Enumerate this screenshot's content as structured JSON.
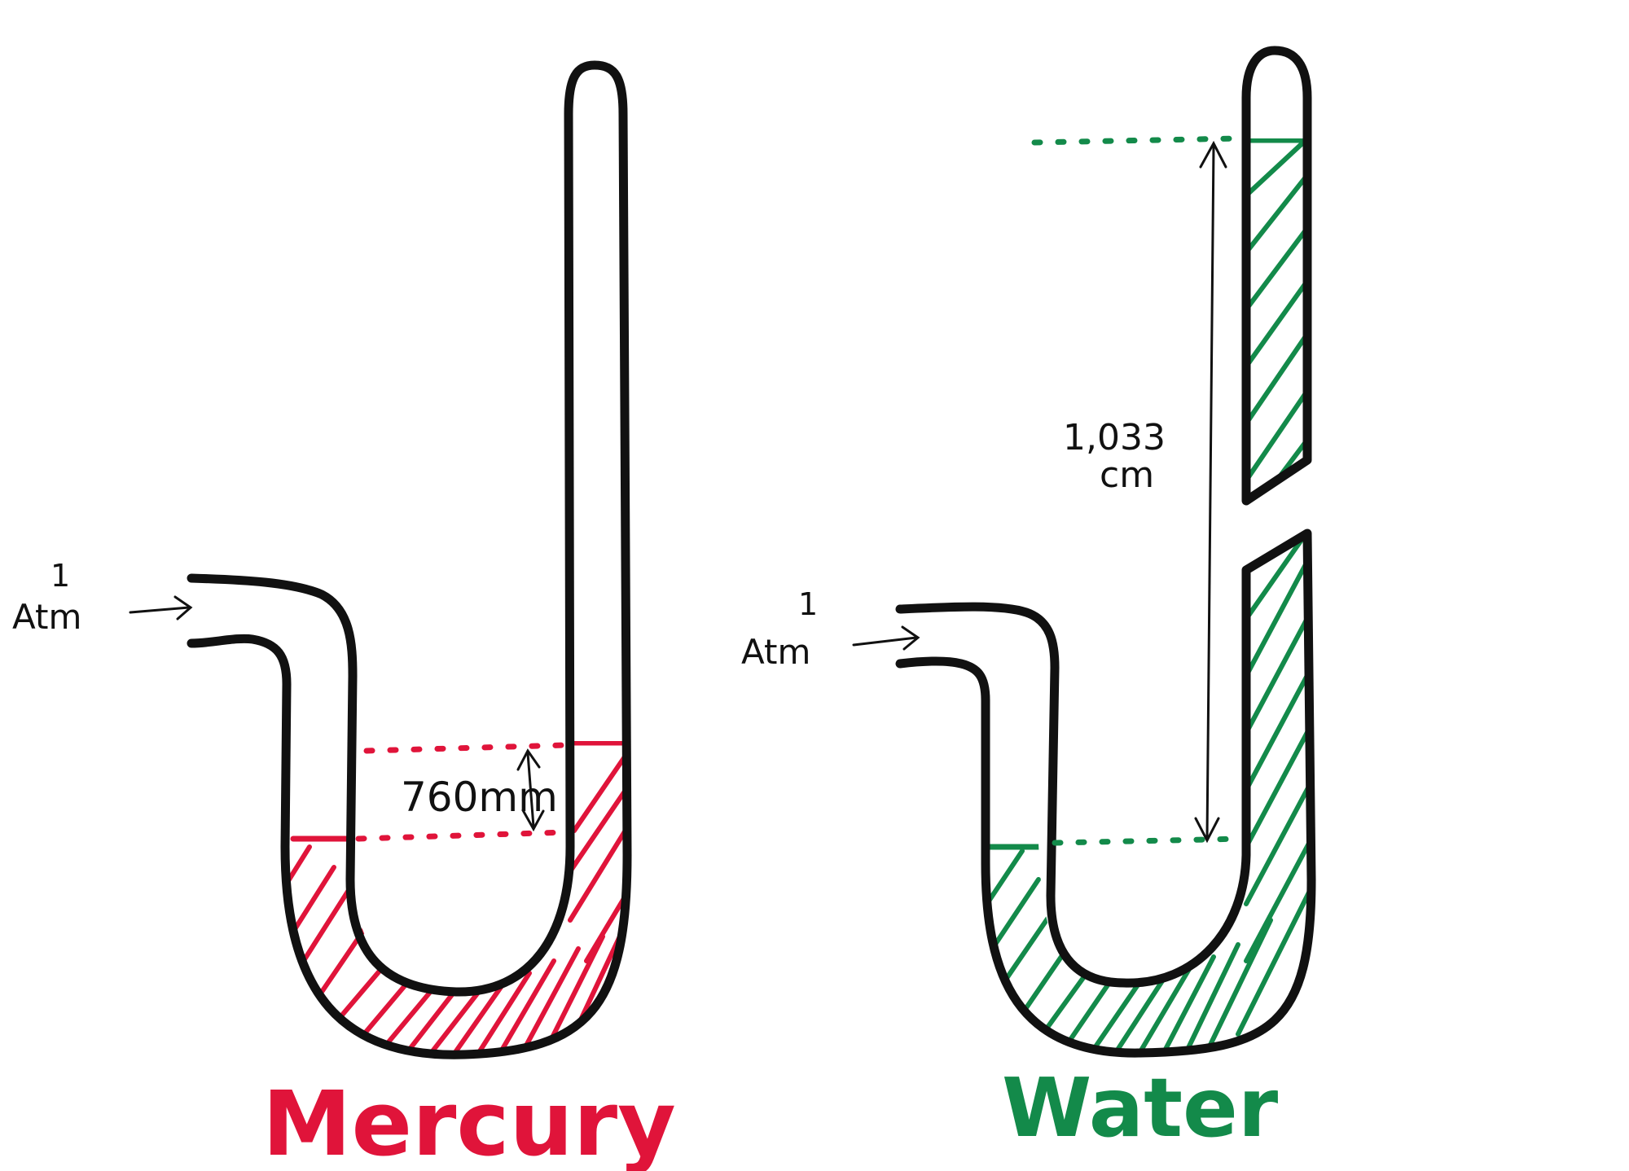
{
  "colors": {
    "mercury": "#e0143a",
    "water": "#138a4a",
    "outline": "#111111",
    "background": "#ffffff"
  },
  "mercury": {
    "label": "Mercury",
    "pressure_top": "1",
    "pressure_bottom": "Atm",
    "height_label": "760mm"
  },
  "water": {
    "label": "Water",
    "pressure_top": "1",
    "pressure_bottom": "Atm",
    "height_value": "1,033",
    "height_unit": "cm"
  }
}
